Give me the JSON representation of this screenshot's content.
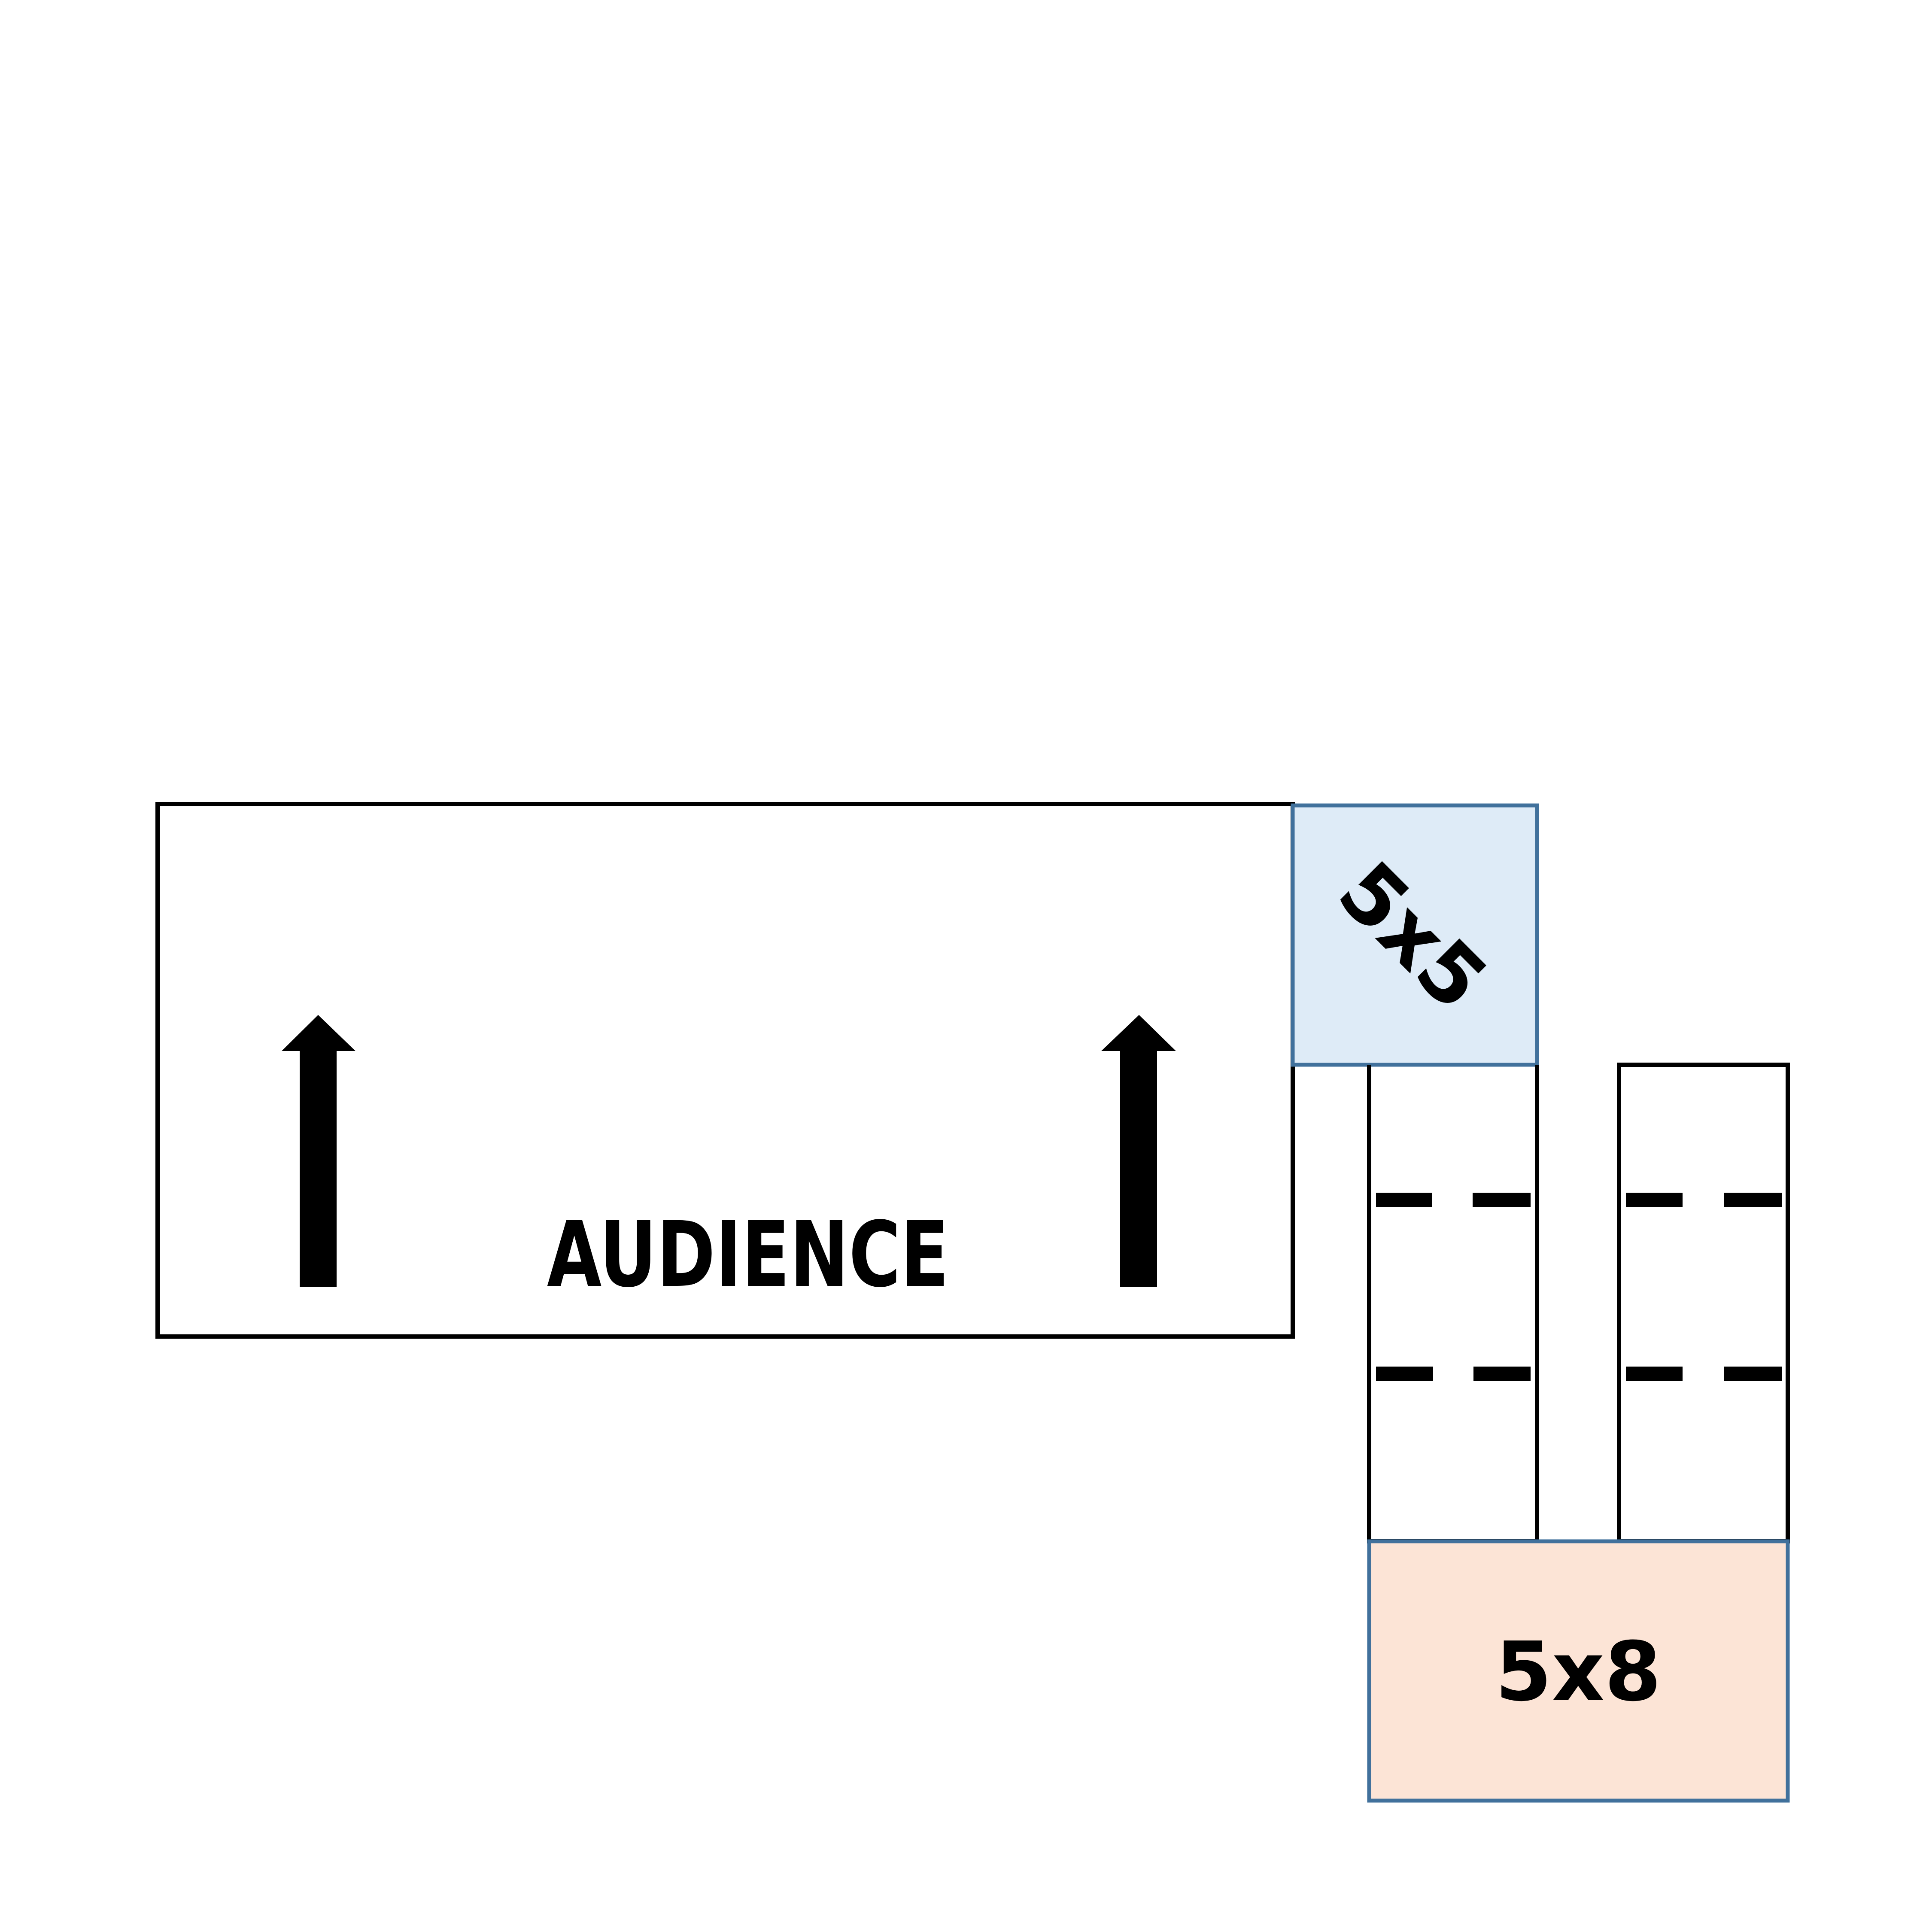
{
  "audience": {
    "label": "AUDIENCE"
  },
  "platforms": {
    "square": {
      "label": "5x5",
      "fill": "#deebf7",
      "stroke": "#41719c"
    },
    "rect": {
      "label": "5x8",
      "fill": "#fce4d6",
      "stroke": "#41719c"
    }
  },
  "colors": {
    "outline": "#000000",
    "background": "#ffffff"
  }
}
